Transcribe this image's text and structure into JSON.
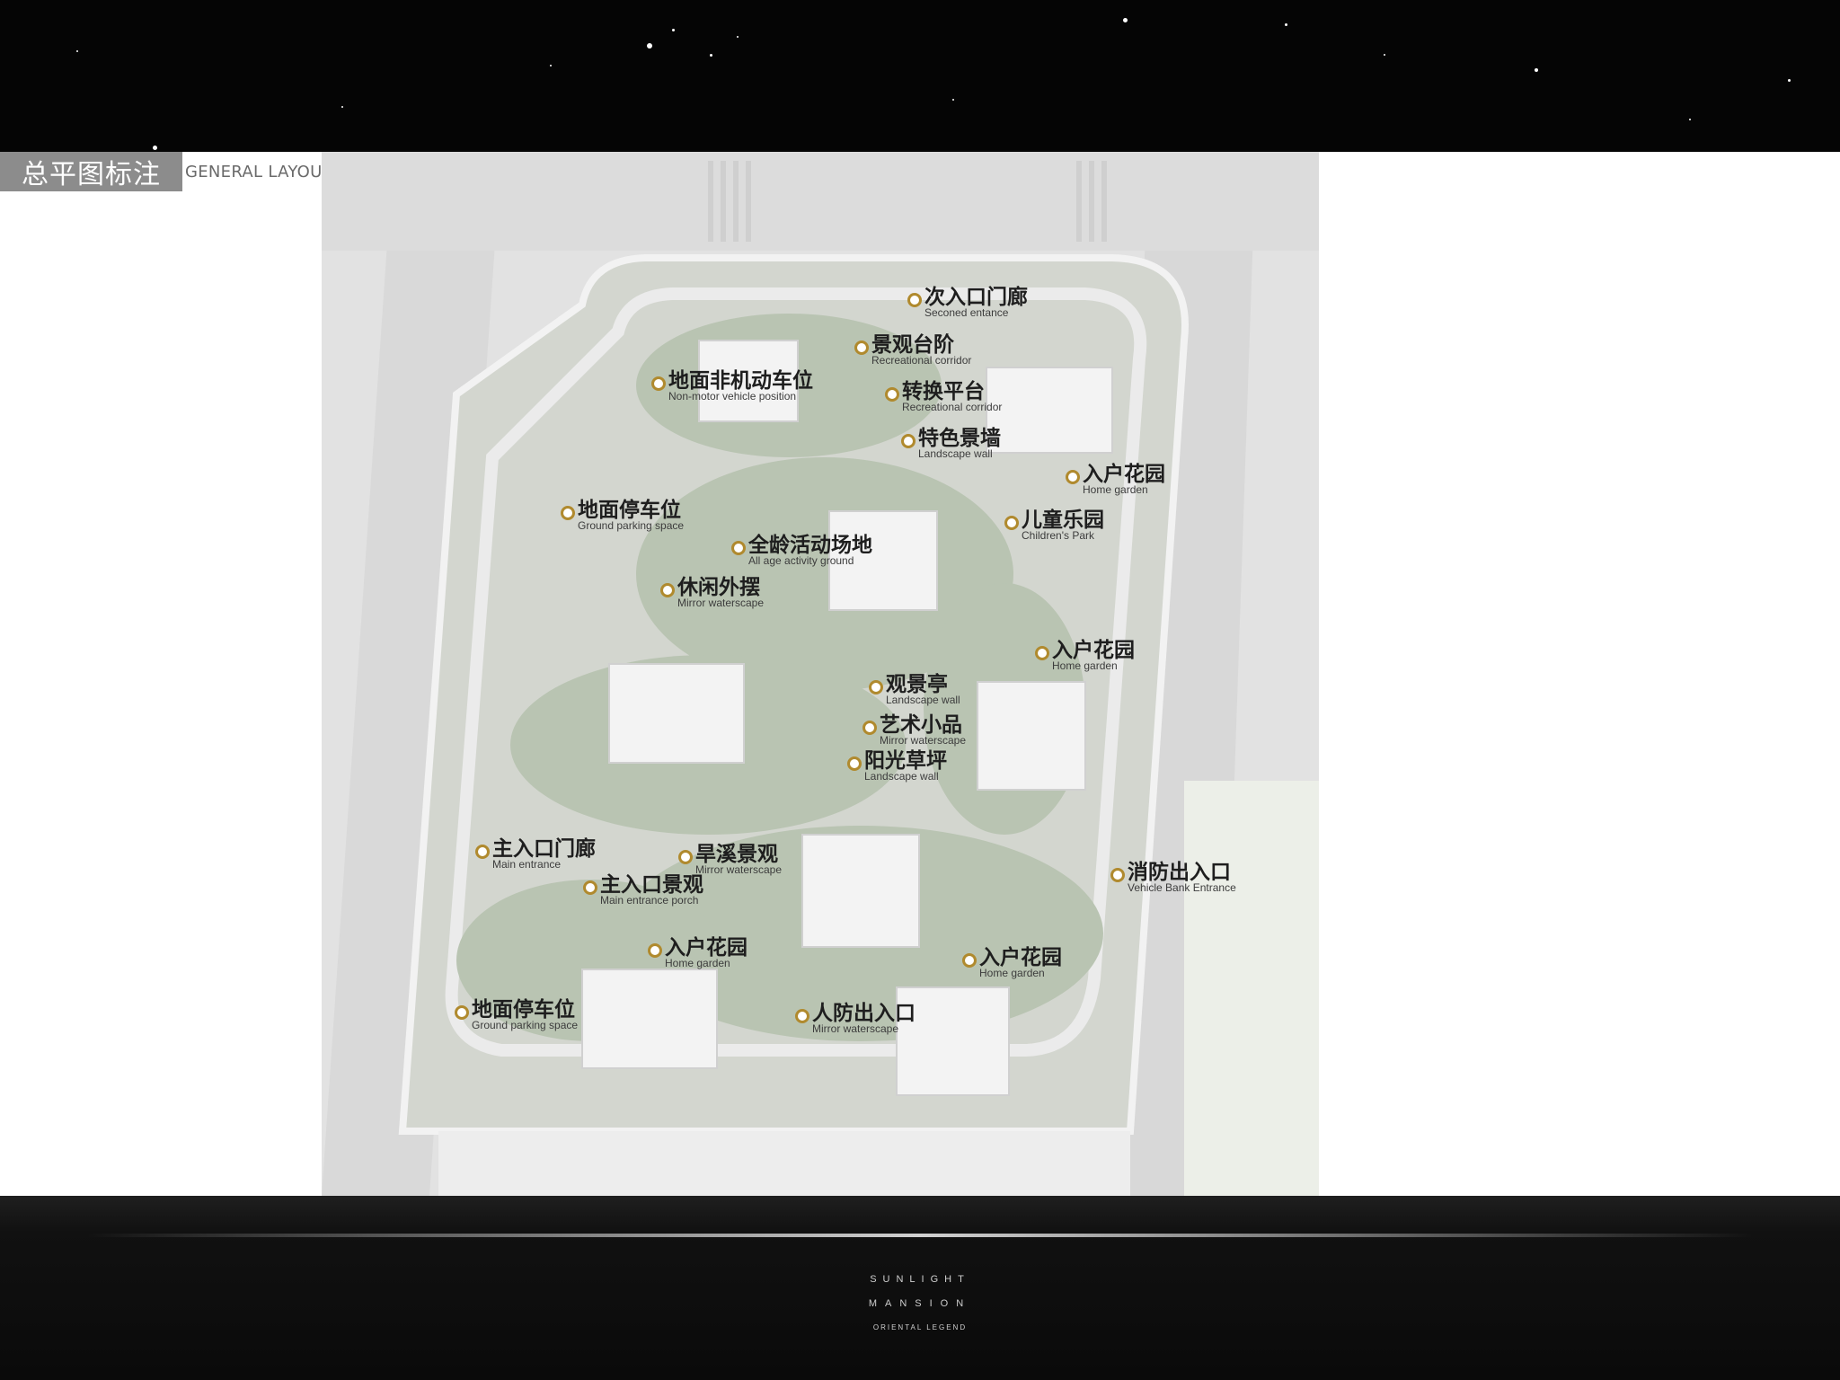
{
  "header": {
    "title_cn": "总平图标注",
    "title_en": "GENERAL LAYOUT DESIGN"
  },
  "colors": {
    "marker": "#b08a2e",
    "top_band": "#050505",
    "bottom_band": "#0a0a0a",
    "plan_background": "#e4e4e4"
  },
  "labels": [
    {
      "cn": "次入口门廊",
      "en": "Seconed entance"
    },
    {
      "cn": "景观台阶",
      "en": "Recreational corridor"
    },
    {
      "cn": "地面非机动车位",
      "en": "Non-motor vehicle position"
    },
    {
      "cn": "转换平台",
      "en": "Recreational corridor"
    },
    {
      "cn": "特色景墙",
      "en": "Landscape wall"
    },
    {
      "cn": "入户花园",
      "en": "Home garden"
    },
    {
      "cn": "地面停车位",
      "en": "Ground parking space"
    },
    {
      "cn": "儿童乐园",
      "en": "Children's Park"
    },
    {
      "cn": "全龄活动场地",
      "en": "All age activity ground"
    },
    {
      "cn": "休闲外摆",
      "en": "Mirror waterscape"
    },
    {
      "cn": "入户花园",
      "en": "Home garden"
    },
    {
      "cn": "观景亭",
      "en": "Landscape wall"
    },
    {
      "cn": "艺术小品",
      "en": "Mirror waterscape"
    },
    {
      "cn": "阳光草坪",
      "en": "Landscape wall"
    },
    {
      "cn": "主入口门廊",
      "en": "Main entrance"
    },
    {
      "cn": "旱溪景观",
      "en": "Mirror waterscape"
    },
    {
      "cn": "主入口景观",
      "en": "Main entrance porch"
    },
    {
      "cn": "消防出入口",
      "en": "Vehicle Bank Entrance"
    },
    {
      "cn": "入户花园",
      "en": "Home garden"
    },
    {
      "cn": "入户花园",
      "en": "Home garden"
    },
    {
      "cn": "地面停车位",
      "en": "Ground parking space"
    },
    {
      "cn": "人防出入口",
      "en": "Mirror waterscape"
    }
  ],
  "footer": {
    "line1": "SUNLIGHT",
    "line2": "MANSION",
    "line3": "ORIENTAL LEGEND"
  }
}
